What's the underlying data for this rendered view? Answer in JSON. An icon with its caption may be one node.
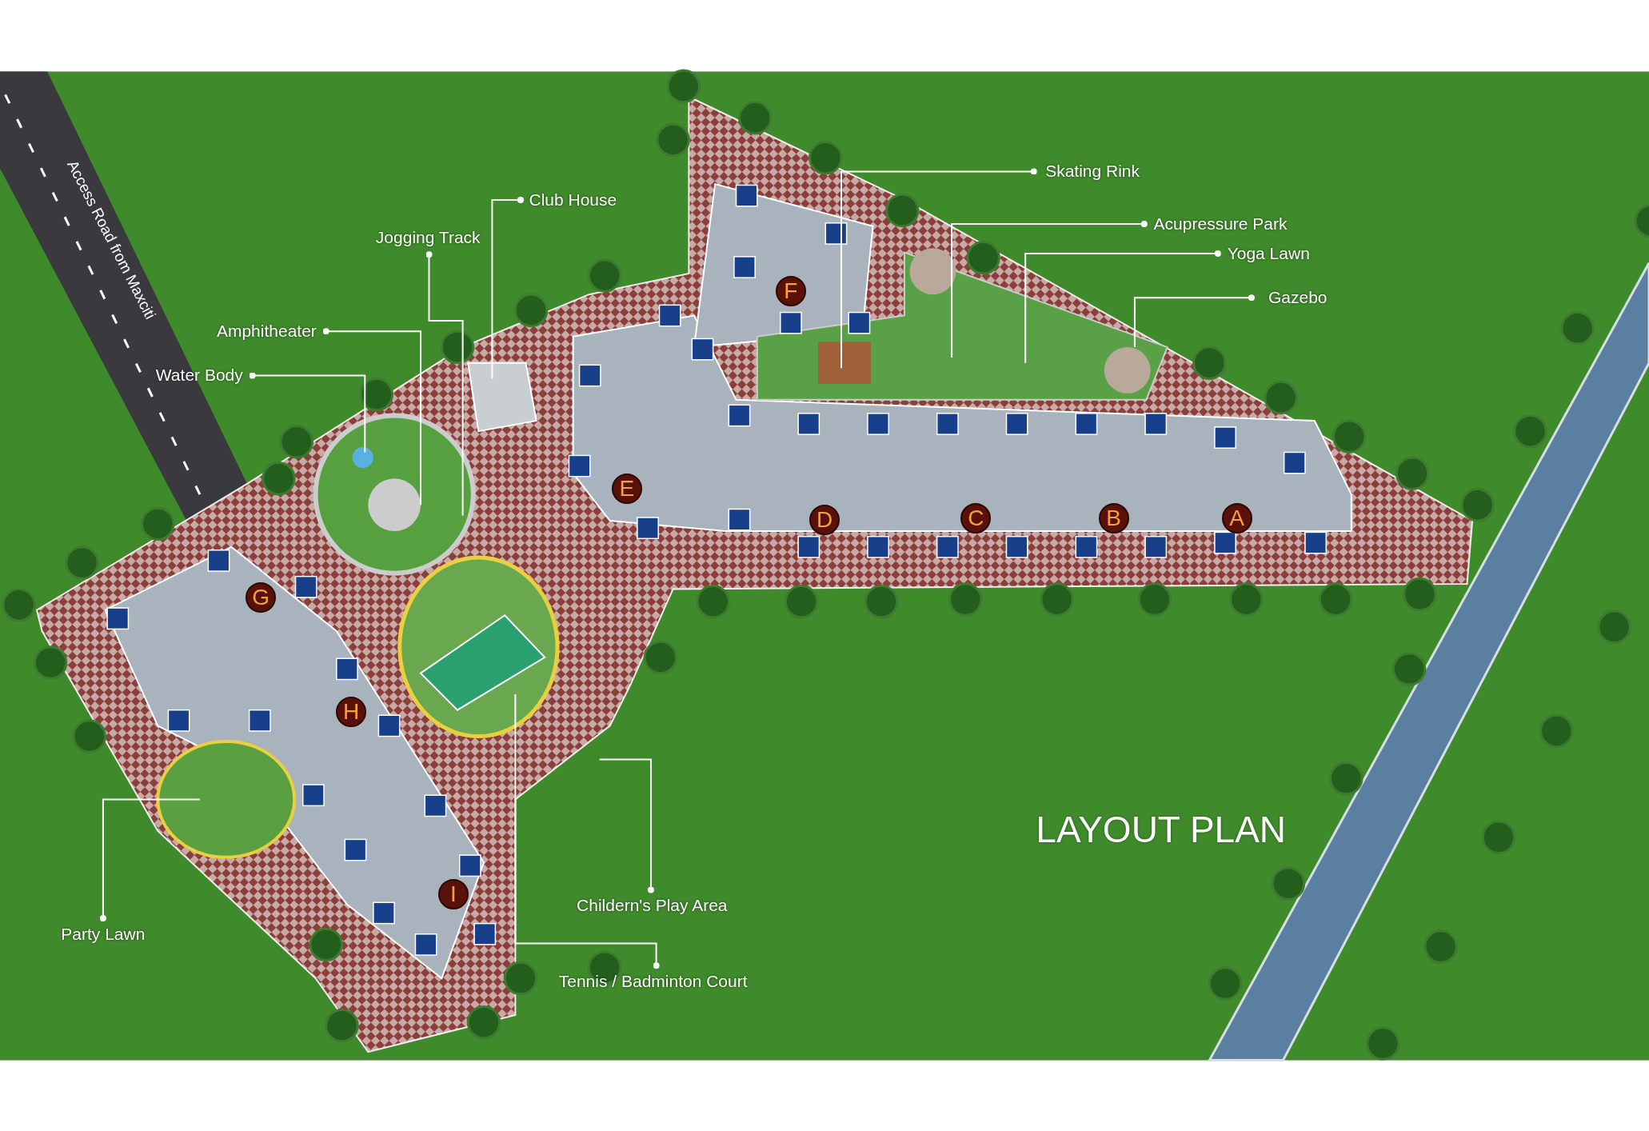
{
  "diagram": {
    "title": "LAYOUT PLAN",
    "nodes": [
      {
        "text": [
          "Skating Rink"
        ]
      },
      {
        "text": [
          "Club House"
        ]
      },
      {
        "text": [
          "Acupressure Park"
        ]
      },
      {
        "text": [
          "Jogging Track"
        ]
      },
      {
        "text": [
          "Yoga Lawn"
        ]
      },
      {
        "text": [
          "F"
        ]
      },
      {
        "text": [
          "Gazebo"
        ]
      },
      {
        "text": [
          "Amphitheater"
        ]
      },
      {
        "text": [
          "Water Body"
        ]
      },
      {
        "text": [
          "E"
        ]
      },
      {
        "text": [
          "D"
        ]
      },
      {
        "text": [
          "C"
        ]
      },
      {
        "text": [
          "B"
        ]
      },
      {
        "text": [
          "A"
        ]
      },
      {
        "text": [
          "G"
        ]
      },
      {
        "text": [
          "H"
        ]
      },
      {
        "text": [
          "I"
        ]
      },
      {
        "text": [
          "Childern's Play Area"
        ]
      },
      {
        "text": [
          "Party Lawn"
        ]
      },
      {
        "text": [
          "Tennis / Badminton Court"
        ]
      }
    ],
    "edges": [
      {
        "from": 0,
        "to": null,
        "arrow": "other"
      },
      {
        "from": 1,
        "to": null,
        "arrow": "other"
      },
      {
        "from": 2,
        "to": null,
        "arrow": "other"
      },
      {
        "from": 3,
        "to": null,
        "arrow": "other"
      },
      {
        "from": 4,
        "to": null,
        "arrow": "other"
      },
      {
        "from": 6,
        "to": null,
        "arrow": "other"
      },
      {
        "from": 7,
        "to": null,
        "arrow": "other"
      },
      {
        "from": 8,
        "to": null,
        "arrow": "other"
      },
      {
        "from": 17,
        "to": null,
        "arrow": "other"
      },
      {
        "from": 18,
        "to": null,
        "arrow": "other"
      },
      {
        "from": 19,
        "to": null,
        "arrow": "other"
      }
    ],
    "labels": [
      "Access Road from Maxciti"
    ]
  }
}
